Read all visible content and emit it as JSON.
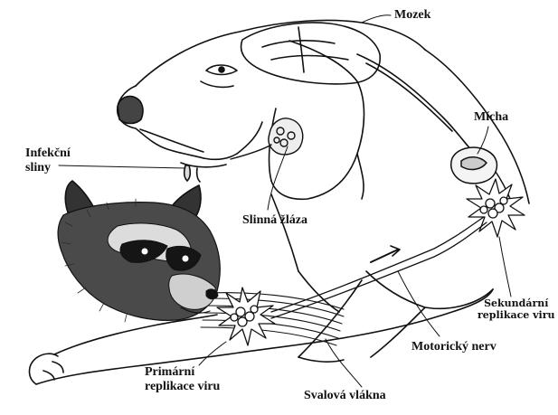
{
  "labels": {
    "mozek": "Mozek",
    "micha": "Mícha",
    "infekcni_sliny_line1": "Infekční",
    "infekcni_sliny_line2": "sliny",
    "slinna_zlaza": "Slinná žláza",
    "sekundarni_line1": "Sekundární",
    "sekundarni_line2": "replikace viru",
    "motoricky_nerv": "Motorický nerv",
    "primarni_line1": "Primární",
    "primarni_line2": "replikace viru",
    "svalova_vlakna": "Svalová vlákna"
  },
  "colors": {
    "ink": "#111111",
    "background": "#ffffff",
    "fur": "#2a2a2a"
  },
  "icons": {
    "dog": "dog-head-illustration",
    "raccoon": "raccoon-head-illustration",
    "primary_site": "virus-burst-primary",
    "secondary_site": "virus-burst-secondary",
    "gland": "salivary-gland-illustration"
  }
}
